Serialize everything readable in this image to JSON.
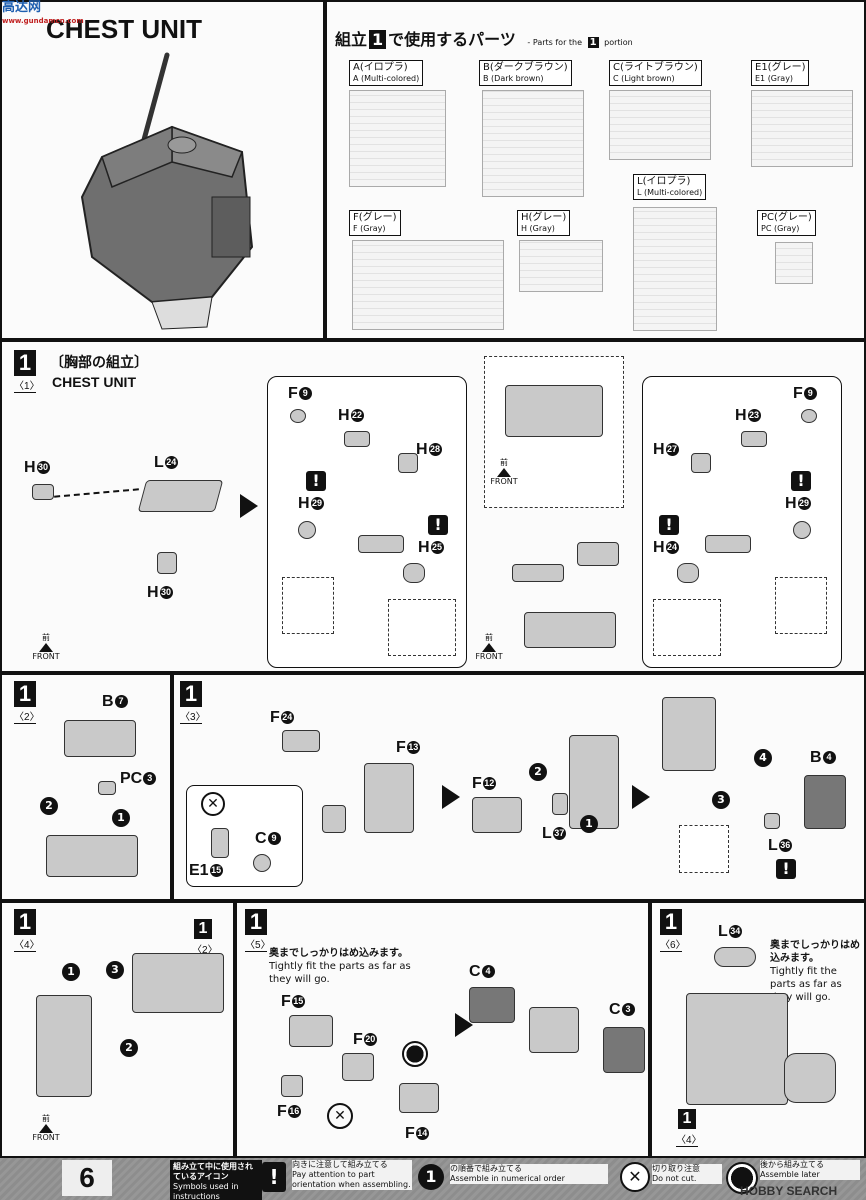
{
  "watermark": {
    "cn": "高达网",
    "url": "www.gundamcn.com"
  },
  "header": {
    "title": "CHEST UNIT"
  },
  "parts_list": {
    "title_jp_pre": "組立",
    "title_step": "1",
    "title_jp_post": "で使用するパーツ",
    "title_en_pre": "- Parts for the",
    "title_en_step": "1",
    "title_en_post": "portion",
    "runners": [
      {
        "jp": "A(イロプラ)",
        "en": "A (Multi-colored)"
      },
      {
        "jp": "B(ダークブラウン)",
        "en": "B (Dark brown)"
      },
      {
        "jp": "C(ライトブラウン)",
        "en": "C (Light brown)"
      },
      {
        "jp": "E1(グレー)",
        "en": "E1 (Gray)"
      },
      {
        "jp": "L(イロプラ)",
        "en": "L (Multi-colored)"
      },
      {
        "jp": "F(グレー)",
        "en": "F (Gray)"
      },
      {
        "jp": "H(グレー)",
        "en": "H (Gray)"
      },
      {
        "jp": "PC(グレー)",
        "en": "PC (Gray)"
      }
    ]
  },
  "step": {
    "number": "1"
  },
  "section1": {
    "sub": "1",
    "title_jp": "〔胸部の組立〕",
    "title_en": "CHEST UNIT"
  },
  "labels": {
    "h30a": "H",
    "h30a_n": "30",
    "l24": "L",
    "l24_n": "24",
    "h30b": "H",
    "h30b_n": "30",
    "f9a": "F",
    "f9a_n": "9",
    "h22": "H",
    "h22_n": "22",
    "h28": "H",
    "h28_n": "28",
    "h29a": "H",
    "h29a_n": "29",
    "h25": "H",
    "h25_n": "25",
    "f9b": "F",
    "f9b_n": "9",
    "h23": "H",
    "h23_n": "23",
    "h27": "H",
    "h27_n": "27",
    "h29b": "H",
    "h29b_n": "29",
    "h24": "H",
    "h24_n": "24",
    "b7": "B",
    "b7_n": "7",
    "pc3": "PC",
    "pc3_n": "3",
    "f24": "F",
    "f24_n": "24",
    "f13": "F",
    "f13_n": "13",
    "c9": "C",
    "c9_n": "9",
    "e115": "E1",
    "e115_n": "15",
    "f12": "F",
    "f12_n": "12",
    "l37": "L",
    "l37_n": "37",
    "b4": "B",
    "b4_n": "4",
    "l36": "L",
    "l36_n": "36",
    "c4": "C",
    "c4_n": "4",
    "c3": "C",
    "c3_n": "3",
    "f15": "F",
    "f15_n": "15",
    "f20": "F",
    "f20_n": "20",
    "f16": "F",
    "f16_n": "16",
    "f14": "F",
    "f14_n": "14",
    "l34": "L",
    "l34_n": "34"
  },
  "subs": {
    "s1": "1",
    "s2": "2",
    "s3": "3",
    "s4": "4",
    "s5": "5",
    "s6": "6",
    "ref2": "2",
    "ref4": "4"
  },
  "front": {
    "jp": "前",
    "en": "FRONT"
  },
  "notes": {
    "fit_jp": "奥までしっかりはめ込みます。",
    "fit_en": "Tightly fit the parts as far as they will go.",
    "fit6_jp": "奥までしっかりはめ込みます。",
    "fit6_en": "Tightly fit the parts as far as they will go."
  },
  "footer": {
    "page": "6",
    "legend_jp": "組み立て中に使用されているアイコン",
    "legend_en": "Symbols used in instructions",
    "i1_jp": "向きに注意して組み立てる",
    "i1_en": "Pay attention to part orientation when assembling.",
    "i2_jp": "の順番で組み立てる",
    "i2_en": "Assemble in numerical order",
    "i3_jp": "切り取り注意",
    "i3_en": "Do not cut.",
    "i4_jp": "後から組み立てる",
    "i4_en": "Assemble later",
    "brand": "HOBBY SEARCH"
  }
}
